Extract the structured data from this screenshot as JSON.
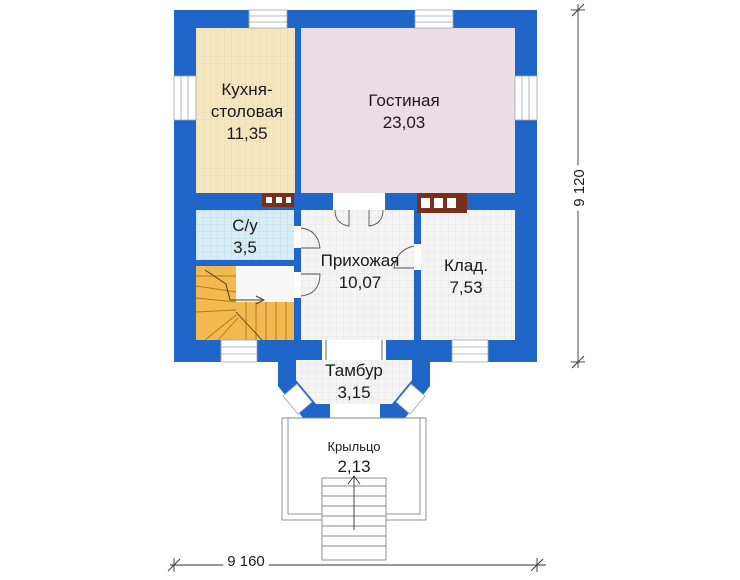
{
  "rooms": {
    "kitchen": {
      "name_line1": "Кухня-",
      "name_line2": "столовая",
      "area": "11,35"
    },
    "living": {
      "name": "Гостиная",
      "area": "23,03"
    },
    "bathroom": {
      "name": "С/у",
      "area": "3,5"
    },
    "hall": {
      "name": "Прихожая",
      "area": "10,07"
    },
    "storage": {
      "name": "Клад.",
      "area": "7,53"
    },
    "vestibule": {
      "name": "Тамбур",
      "area": "3,15"
    },
    "porch": {
      "name": "Крыльцо",
      "area": "2,13"
    }
  },
  "dimensions": {
    "width": "9 160",
    "depth": "9 120"
  },
  "colors": {
    "wall": "#1f66c8",
    "kitchen_floor": "#f5e6bf",
    "living_floor": "#eadde4",
    "tile_floor": "#d8ecf6",
    "hall_floor": "#f4f4f4",
    "stairs": "#f1b94f",
    "stove": "#7a2f1c"
  }
}
